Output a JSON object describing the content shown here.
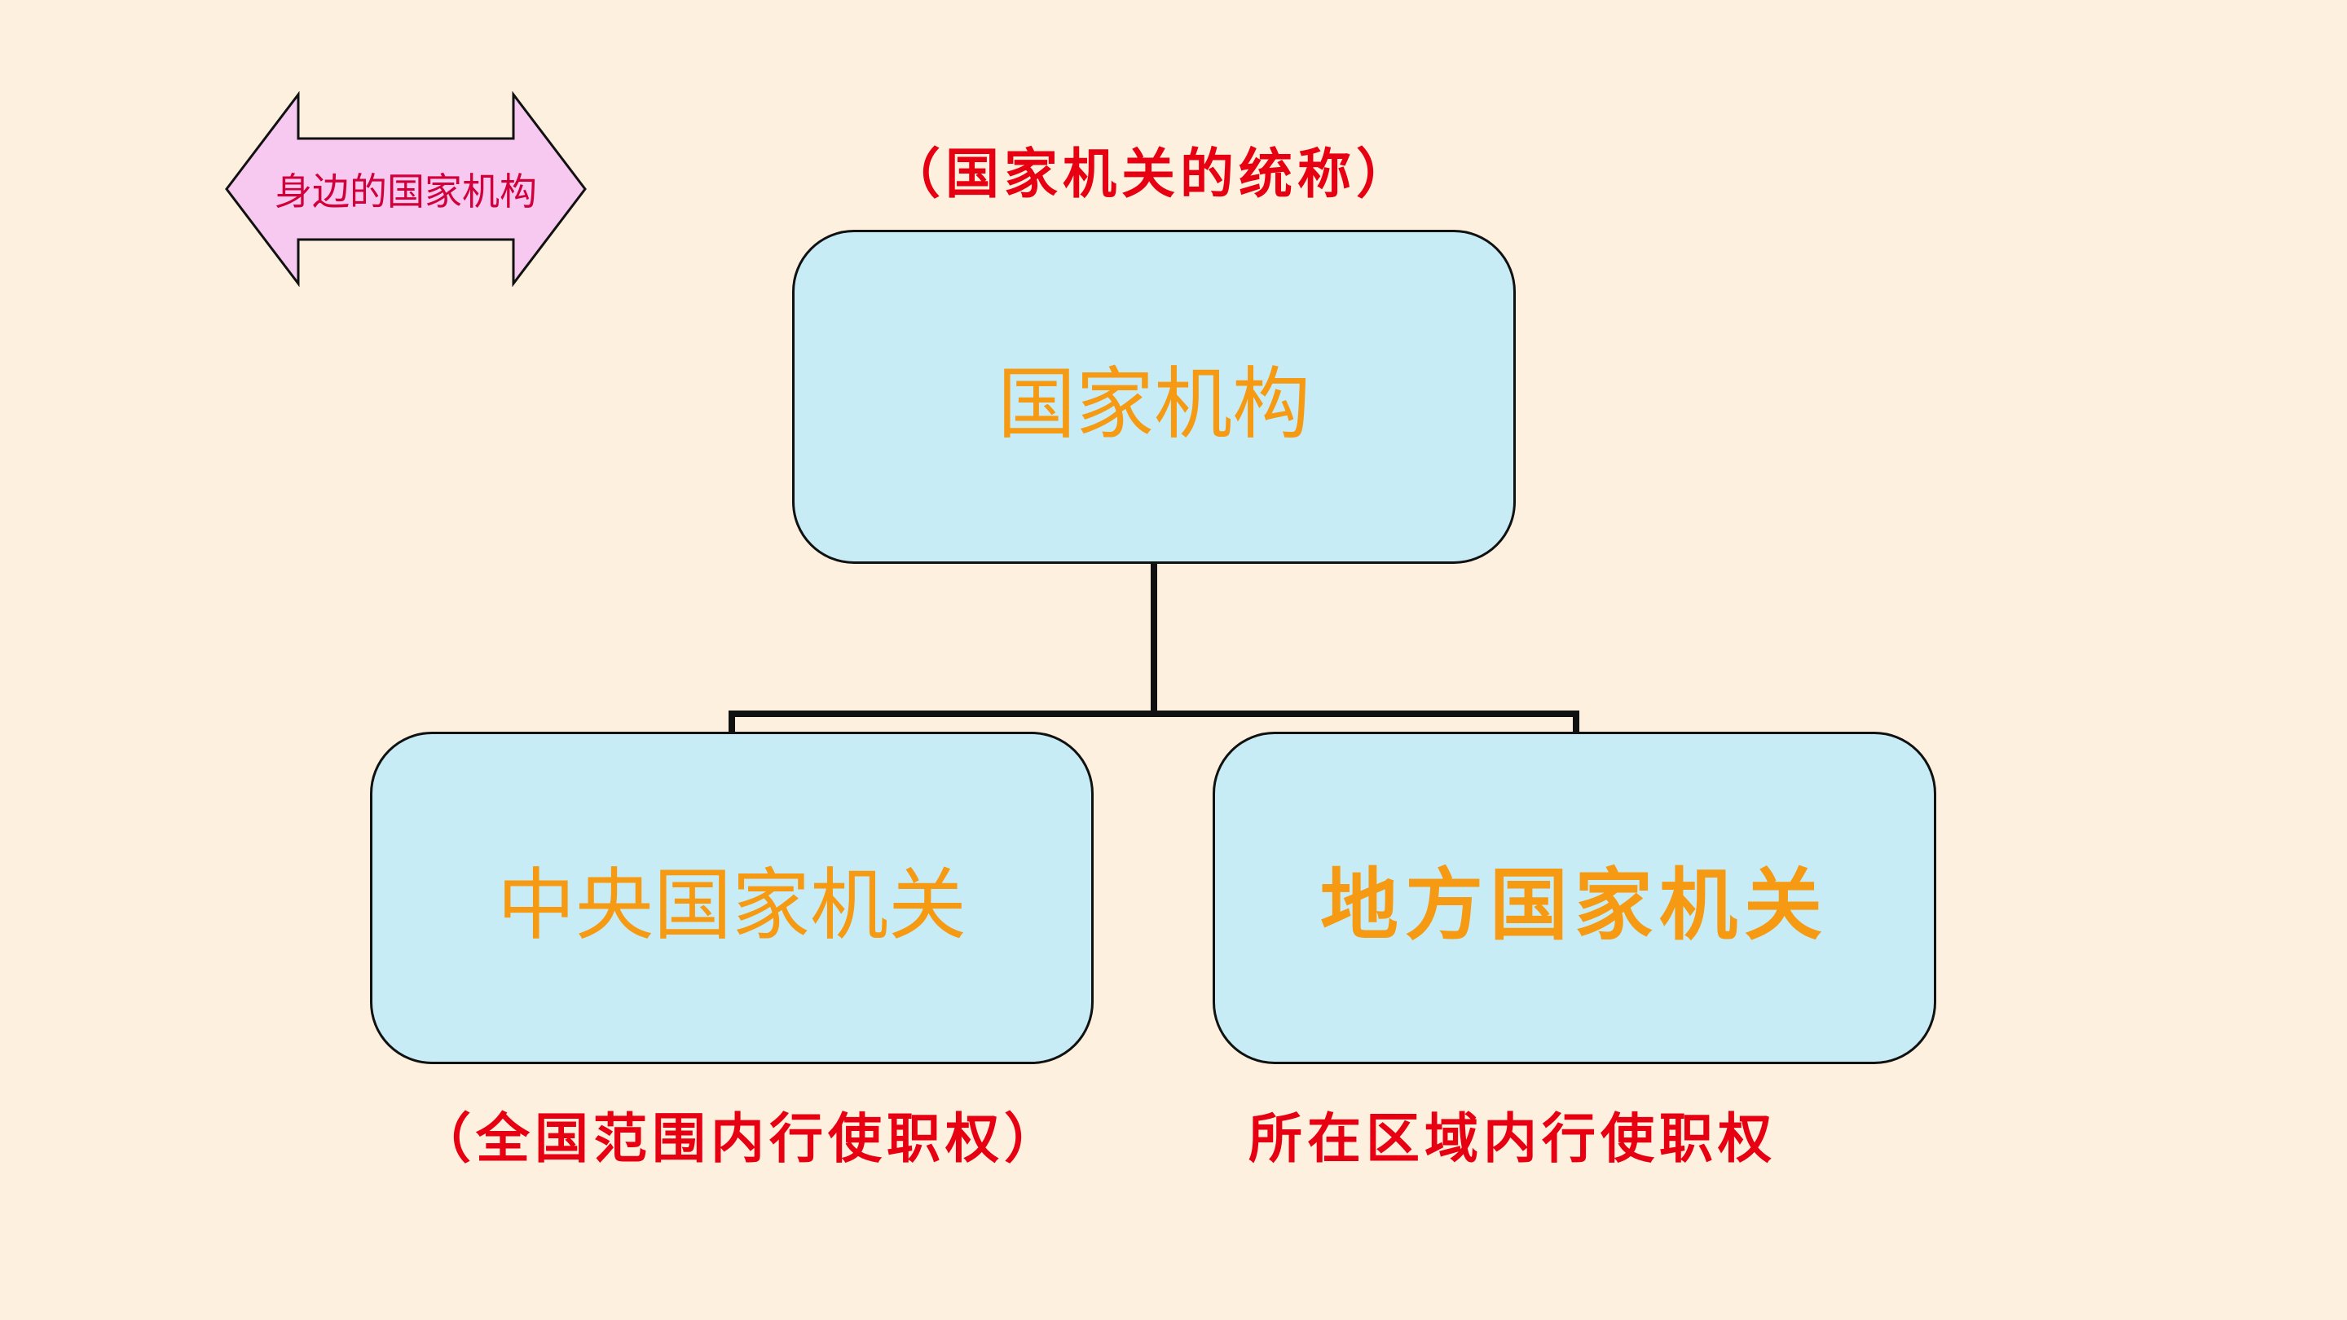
{
  "nav_button": {
    "label": "身边的国家机构"
  },
  "top_caption": "（国家机关的统称）",
  "nodes": {
    "root": "国家机构",
    "left": "中央国家机关",
    "right": "地方国家机关"
  },
  "captions": {
    "left": "（全国范围内行使职权）",
    "right": "所在区域内行使职权"
  },
  "colors": {
    "background": "#fdf0de",
    "node_fill": "#c8ecf5",
    "node_text": "#f59a12",
    "caption_text": "#e60012",
    "arrow_fill": "#f7c8f0",
    "arrow_text": "#d0003a"
  }
}
